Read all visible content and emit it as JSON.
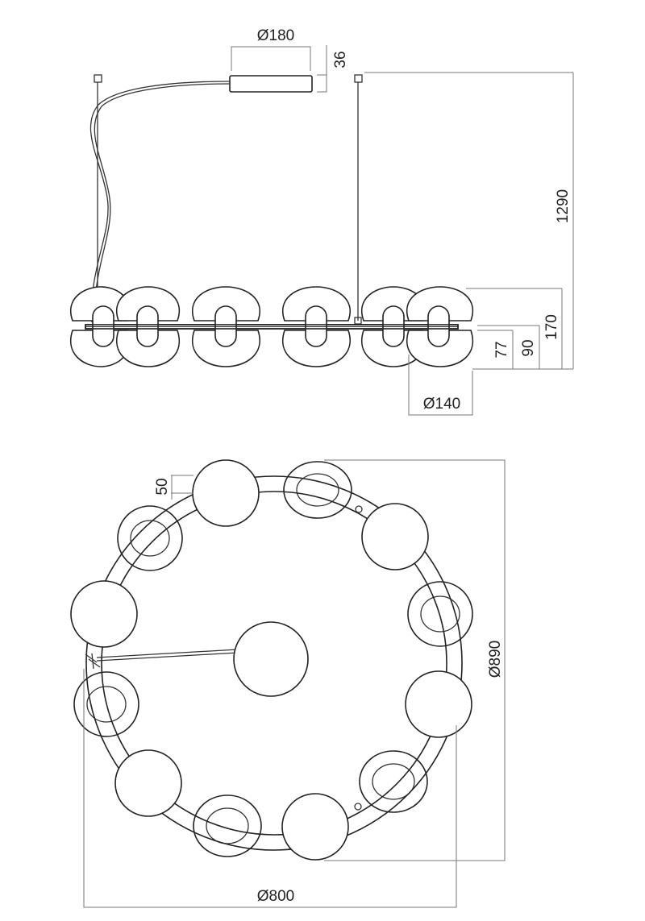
{
  "dimensions": {
    "canopy_diameter": "Ø180",
    "canopy_height": "36",
    "overall_height": "1290",
    "fixture_height": "170",
    "lower_height": "90",
    "shade_height": "77",
    "shade_diameter": "Ø140",
    "globe_offset": "50",
    "outer_diameter": "Ø890",
    "ring_diameter": "Ø800"
  }
}
